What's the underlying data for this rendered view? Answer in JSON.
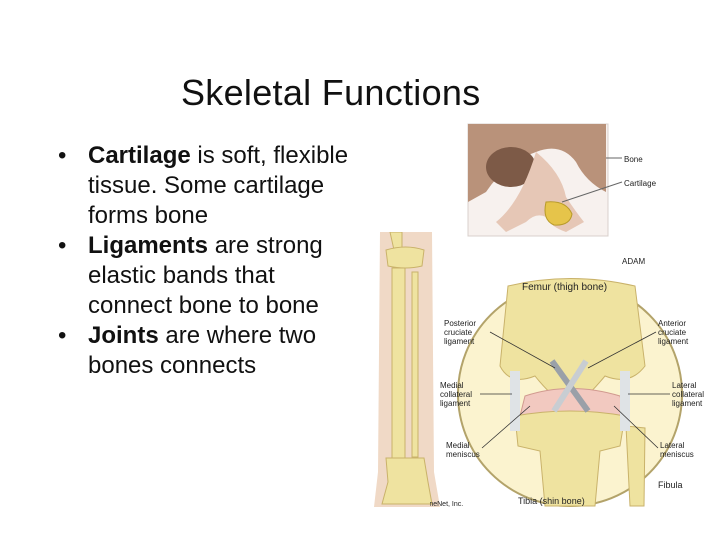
{
  "slide": {
    "title": "Skeletal Functions",
    "bullets": [
      {
        "term": "Cartilage",
        "text": " is soft, flexible tissue. Some cartilage forms bone"
      },
      {
        "term": "Ligaments",
        "text": " are strong elastic bands that connect bone to bone"
      },
      {
        "term": "Joints",
        "text": " are where two bones connects"
      }
    ],
    "bullet_glyph": "•"
  },
  "nose_figure": {
    "labels": {
      "bone": "Bone",
      "cartilage": "Cartilage"
    },
    "credit": "ADAM"
  },
  "knee_figure": {
    "labels": {
      "femur": "Femur (thigh bone)",
      "posterior": [
        "Posterior",
        "cruciate",
        "ligament"
      ],
      "anterior": [
        "Anterior",
        "cruciate",
        "ligament"
      ],
      "medial_collateral": [
        "Medial",
        "collateral",
        "ligament"
      ],
      "lateral_collateral": [
        "Lateral",
        "collateral",
        "ligament"
      ],
      "medial_meniscus": [
        "Medial",
        "meniscus"
      ],
      "lateral_meniscus": [
        "Lateral",
        "meniscus"
      ],
      "fibula": "Fibula",
      "tibia": "Tibia (shin bone)"
    },
    "credit": "© MedicineNet, Inc."
  },
  "colors": {
    "bone": "#efe3a0",
    "bone_shade": "#d9c777",
    "cartilage": "#f2c9c0",
    "skull": "#b9927a"
  }
}
